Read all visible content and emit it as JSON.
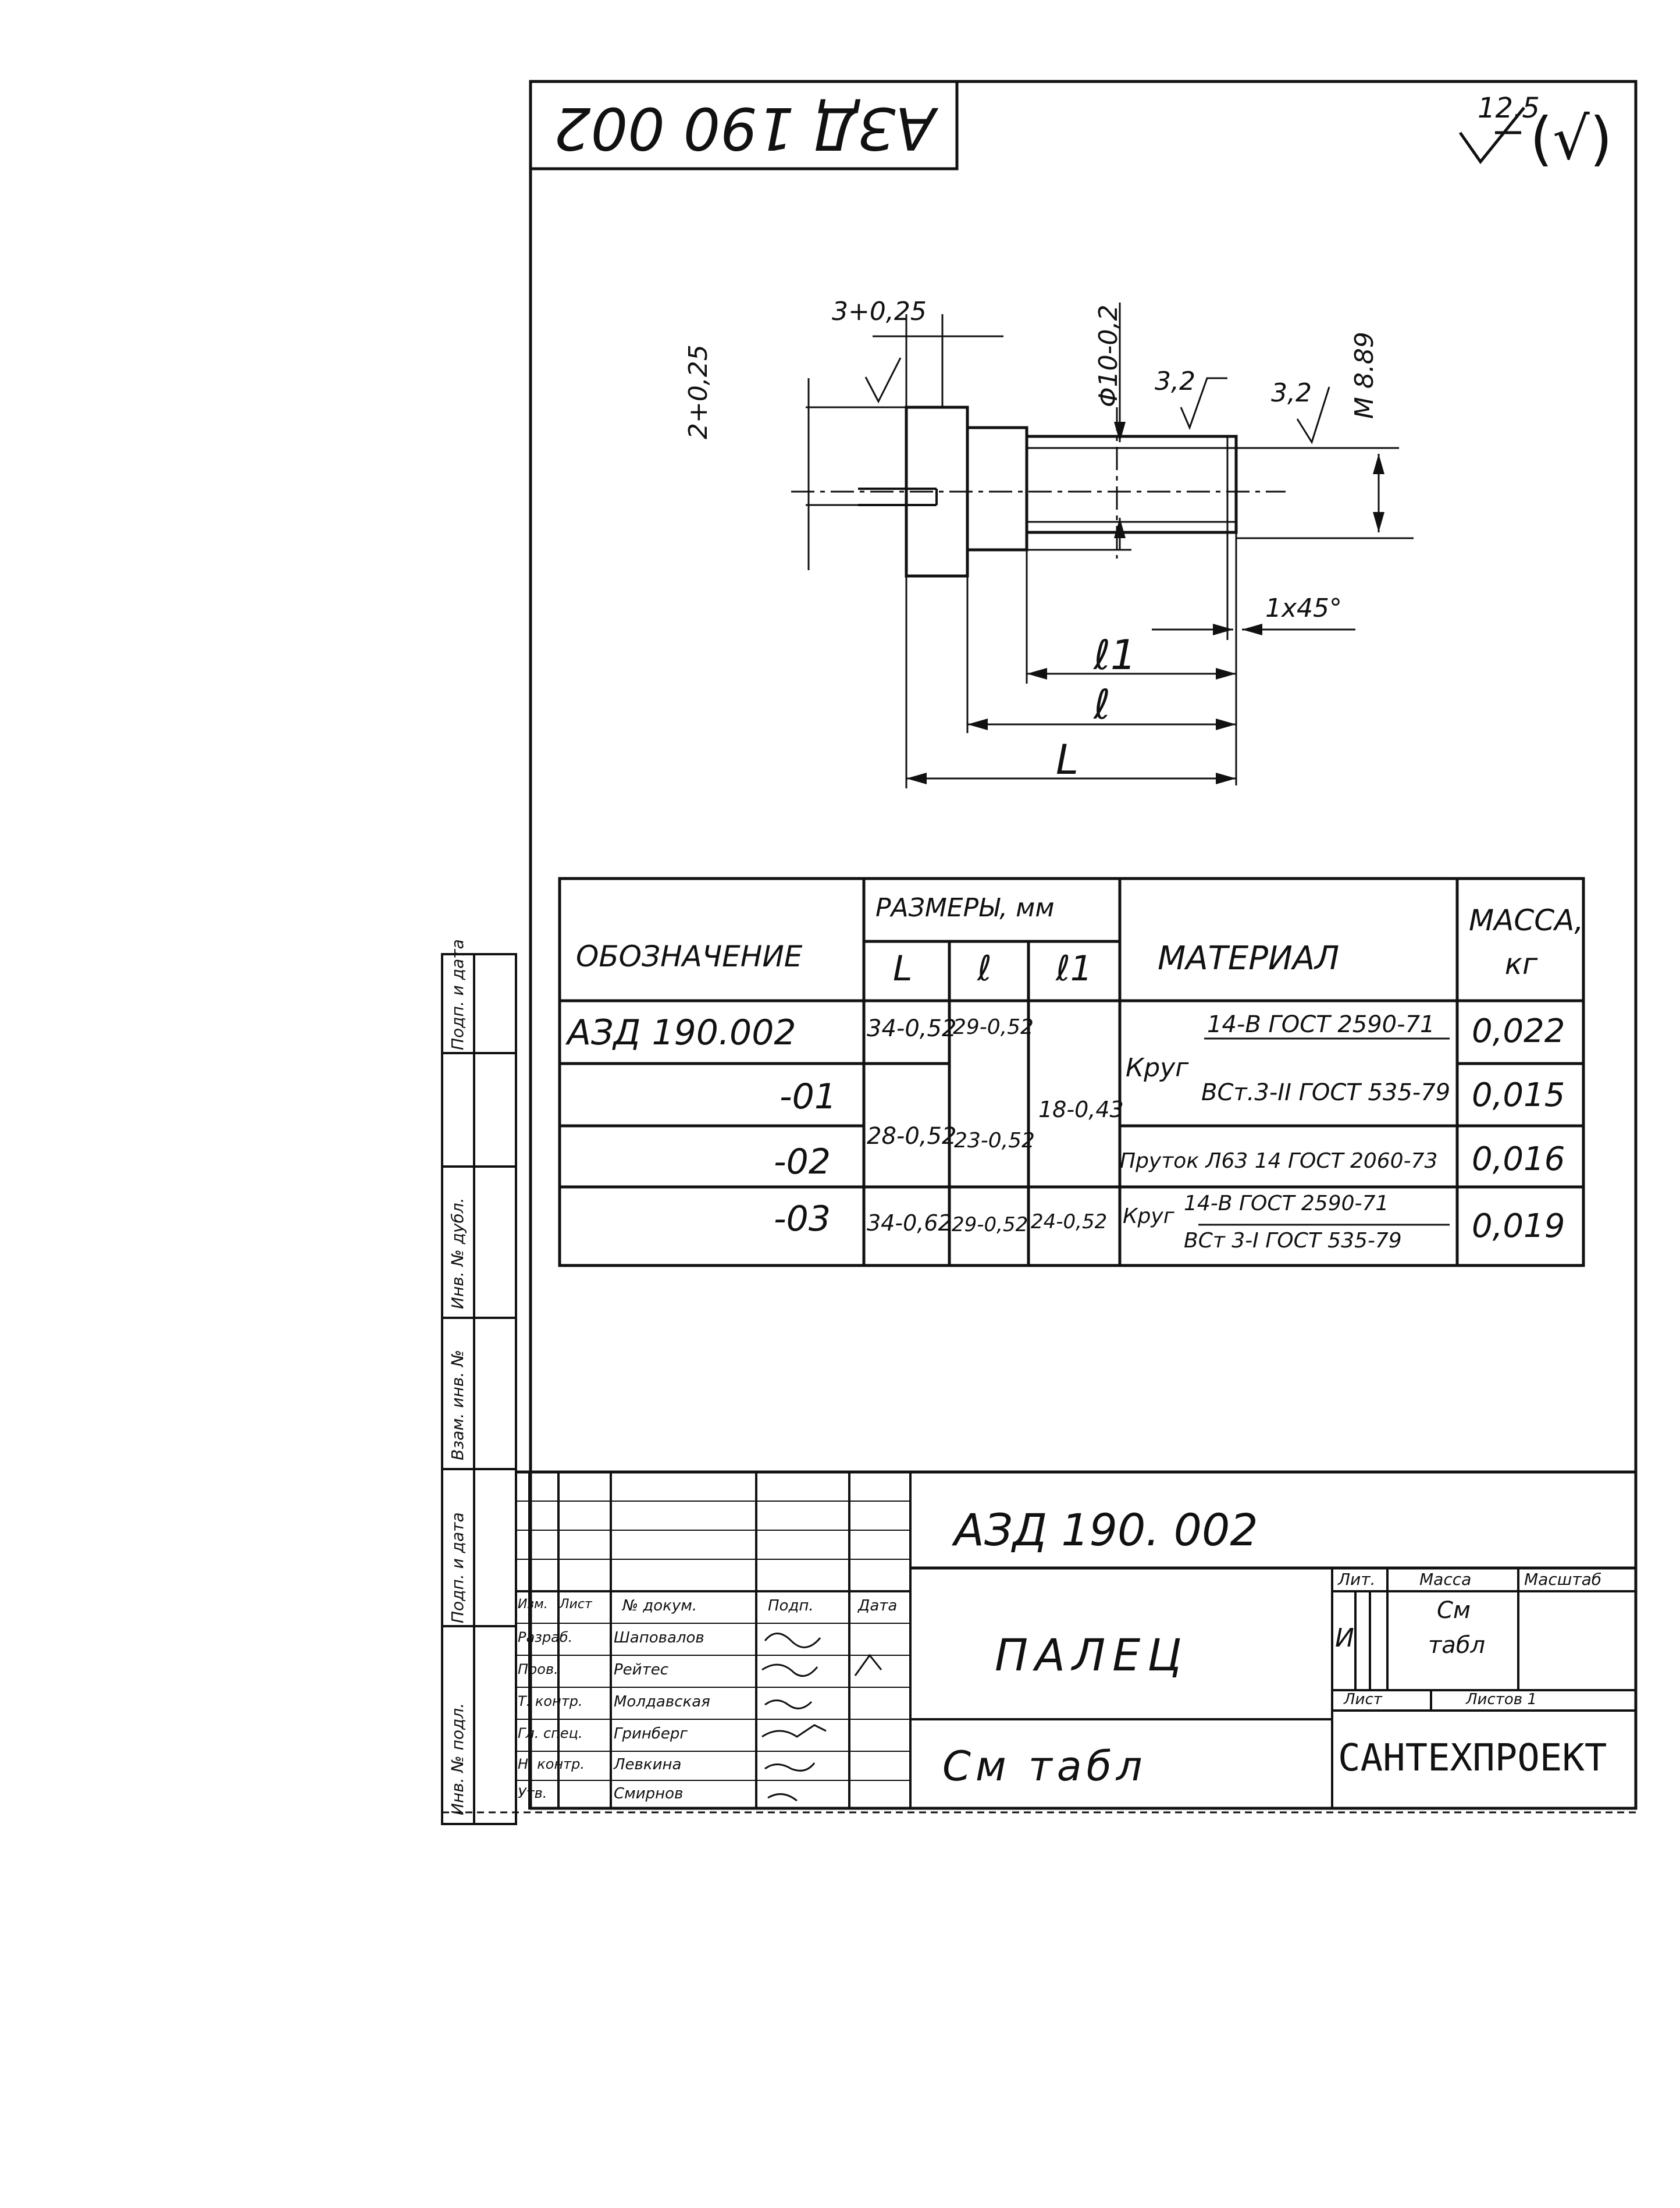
{
  "header": {
    "designation_rotated": "АЗД 190 002",
    "roughness_general": "12,5",
    "roughness_mark": "(√)"
  },
  "drawing": {
    "dim_groove_width": "3+0,25",
    "dim_groove_depth": "2+0,25",
    "dim_diameter": "Φ10-0,2",
    "dim_thread": "M 8.89",
    "roughness_1": "3,2",
    "roughness_2": "3,2",
    "chamfer": "1x45°",
    "label_l1": "ℓ1",
    "label_l": "ℓ",
    "label_L": "L"
  },
  "table": {
    "h_designation": "ОБОЗНАЧЕНИЕ",
    "h_sizes": "РАЗМЕРЫ, мм",
    "h_L": "L",
    "h_l": "ℓ",
    "h_l1": "ℓ1",
    "h_material": "МАТЕРИАЛ",
    "h_mass": "МАССА, кг",
    "rows": [
      {
        "designation": "АЗД 190.002",
        "L": "34-0,52",
        "l": "29-0,52",
        "material_top": "14-В ГОСТ 2590-71",
        "material_prefix": "Круг",
        "mass": "0,022"
      },
      {
        "designation": "-01",
        "material_bottom": "ВСт.3-II ГОСТ 535-79",
        "mass": "0,015"
      },
      {
        "designation": "-02",
        "material": "Пруток Л63 14 ГОСТ 2060-73",
        "mass": "0,016"
      },
      {
        "designation": "-03",
        "L": "34-0,62",
        "l": "29-0,52",
        "l1": "24-0,52",
        "material_prefix": "Круг",
        "material_top": "14-В ГОСТ 2590-71",
        "material_bottom": "ВСт 3-I ГОСТ 535-79",
        "mass": "0,019"
      }
    ],
    "merged_L": "28-0,52",
    "merged_l": "23-0,52",
    "merged_l1": "18-0,43"
  },
  "side_stamp": {
    "labels": [
      "Подп. и дата",
      "Инв. № дубл.",
      "Взам. инв. №",
      "Подп. и дата",
      "Инв. № подл."
    ]
  },
  "title_block": {
    "designation": "АЗД 190. 002",
    "name": "ПАЛЕЦ",
    "material": "См  табл",
    "org": "САНТЕХПРОЕКТ",
    "h_lit": "Лит.",
    "h_mass": "Масса",
    "h_scale": "Масштаб",
    "lit_value": "И",
    "mass_value_1": "См",
    "mass_value_2": "табл",
    "sheet": "Лист",
    "sheets": "Листов 1",
    "rev_headers": [
      "Изм.",
      "Лист",
      "№ докум.",
      "Подп.",
      "Дата"
    ],
    "staff": [
      {
        "role": "Разраб.",
        "name": "Шаповалов"
      },
      {
        "role": "Пров.",
        "name": "Рейтес"
      },
      {
        "role": "Т. контр.",
        "name": "Молдавская"
      },
      {
        "role": "Гл. спец.",
        "name": "Гринберг"
      },
      {
        "role": "Н. контр.",
        "name": "Левкина"
      },
      {
        "role": "Утв.",
        "name": "Смирнов"
      }
    ]
  }
}
